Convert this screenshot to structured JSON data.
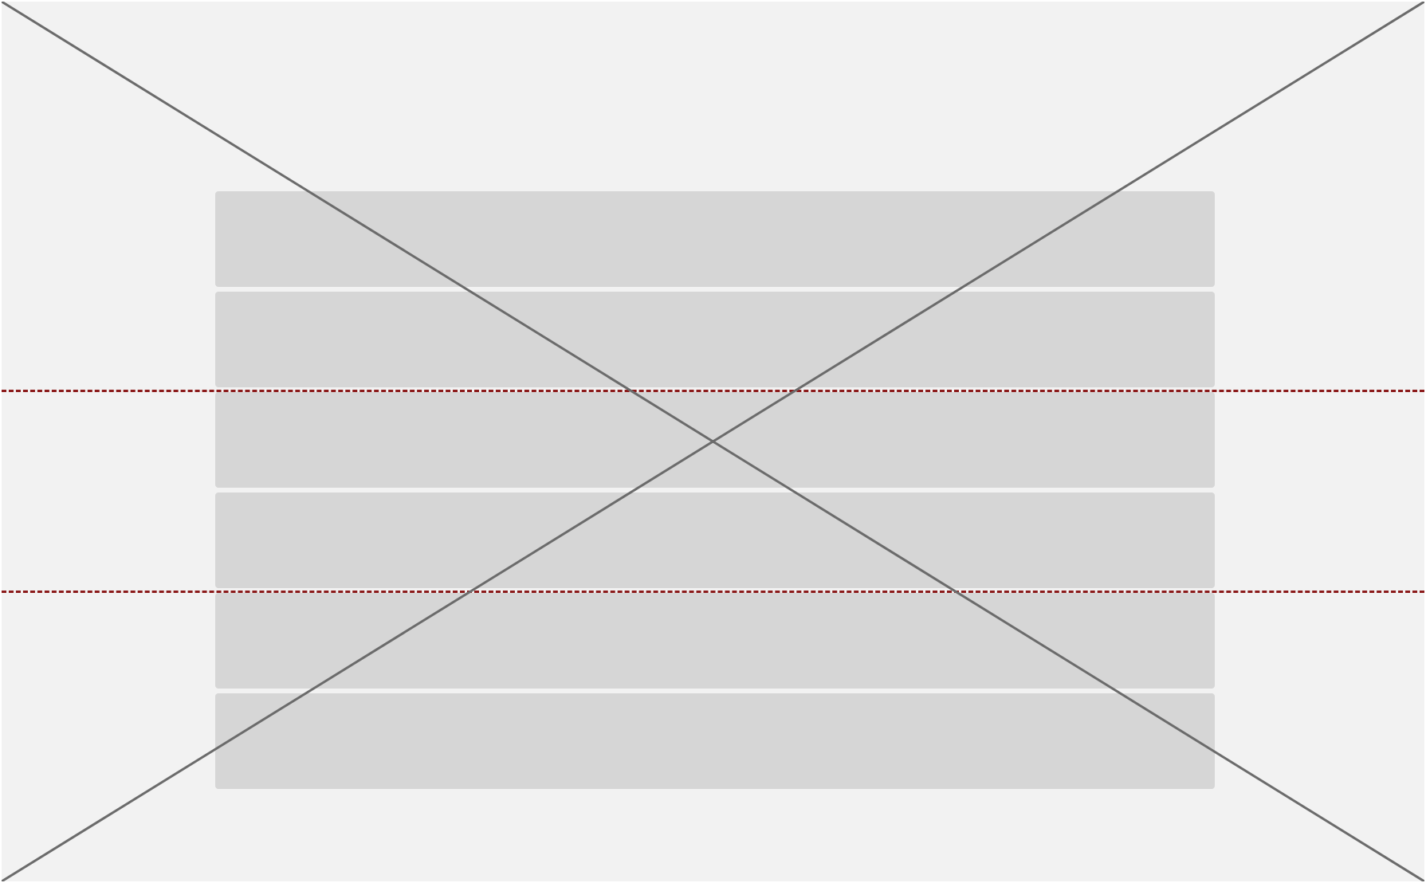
{
  "placeholder": {
    "background_color": "#f2f2f2",
    "block_color": "#d6d6d6",
    "cross_line_color": "#6b6b6b",
    "guide_line_color": "#8b1a1a",
    "blocks": [
      {
        "id": "block-1"
      },
      {
        "id": "block-2"
      },
      {
        "id": "block-3"
      },
      {
        "id": "block-4"
      },
      {
        "id": "block-5"
      },
      {
        "id": "block-6"
      }
    ],
    "guides": [
      {
        "id": "guide-1"
      },
      {
        "id": "guide-2"
      }
    ]
  }
}
